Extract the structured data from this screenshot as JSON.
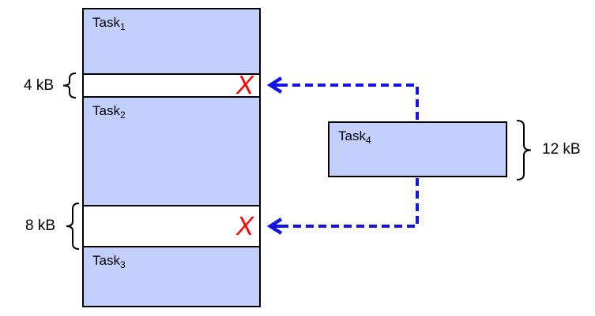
{
  "colors": {
    "block_fill": "#C2CEFB",
    "border": "#000000",
    "arrow_blue": "#1414E6",
    "x_red": "#FF0000"
  },
  "memory": {
    "task1": {
      "label": "Task",
      "sub": "1"
    },
    "gap_4kb": {
      "size_label": "4 kB",
      "x_mark": "X"
    },
    "task2": {
      "label": "Task",
      "sub": "2"
    },
    "gap_8kb": {
      "size_label": "8 kB",
      "x_mark": "X"
    },
    "task3": {
      "label": "Task",
      "sub": "3"
    }
  },
  "task4": {
    "label": "Task",
    "sub": "4",
    "size_label": "12 kB"
  }
}
